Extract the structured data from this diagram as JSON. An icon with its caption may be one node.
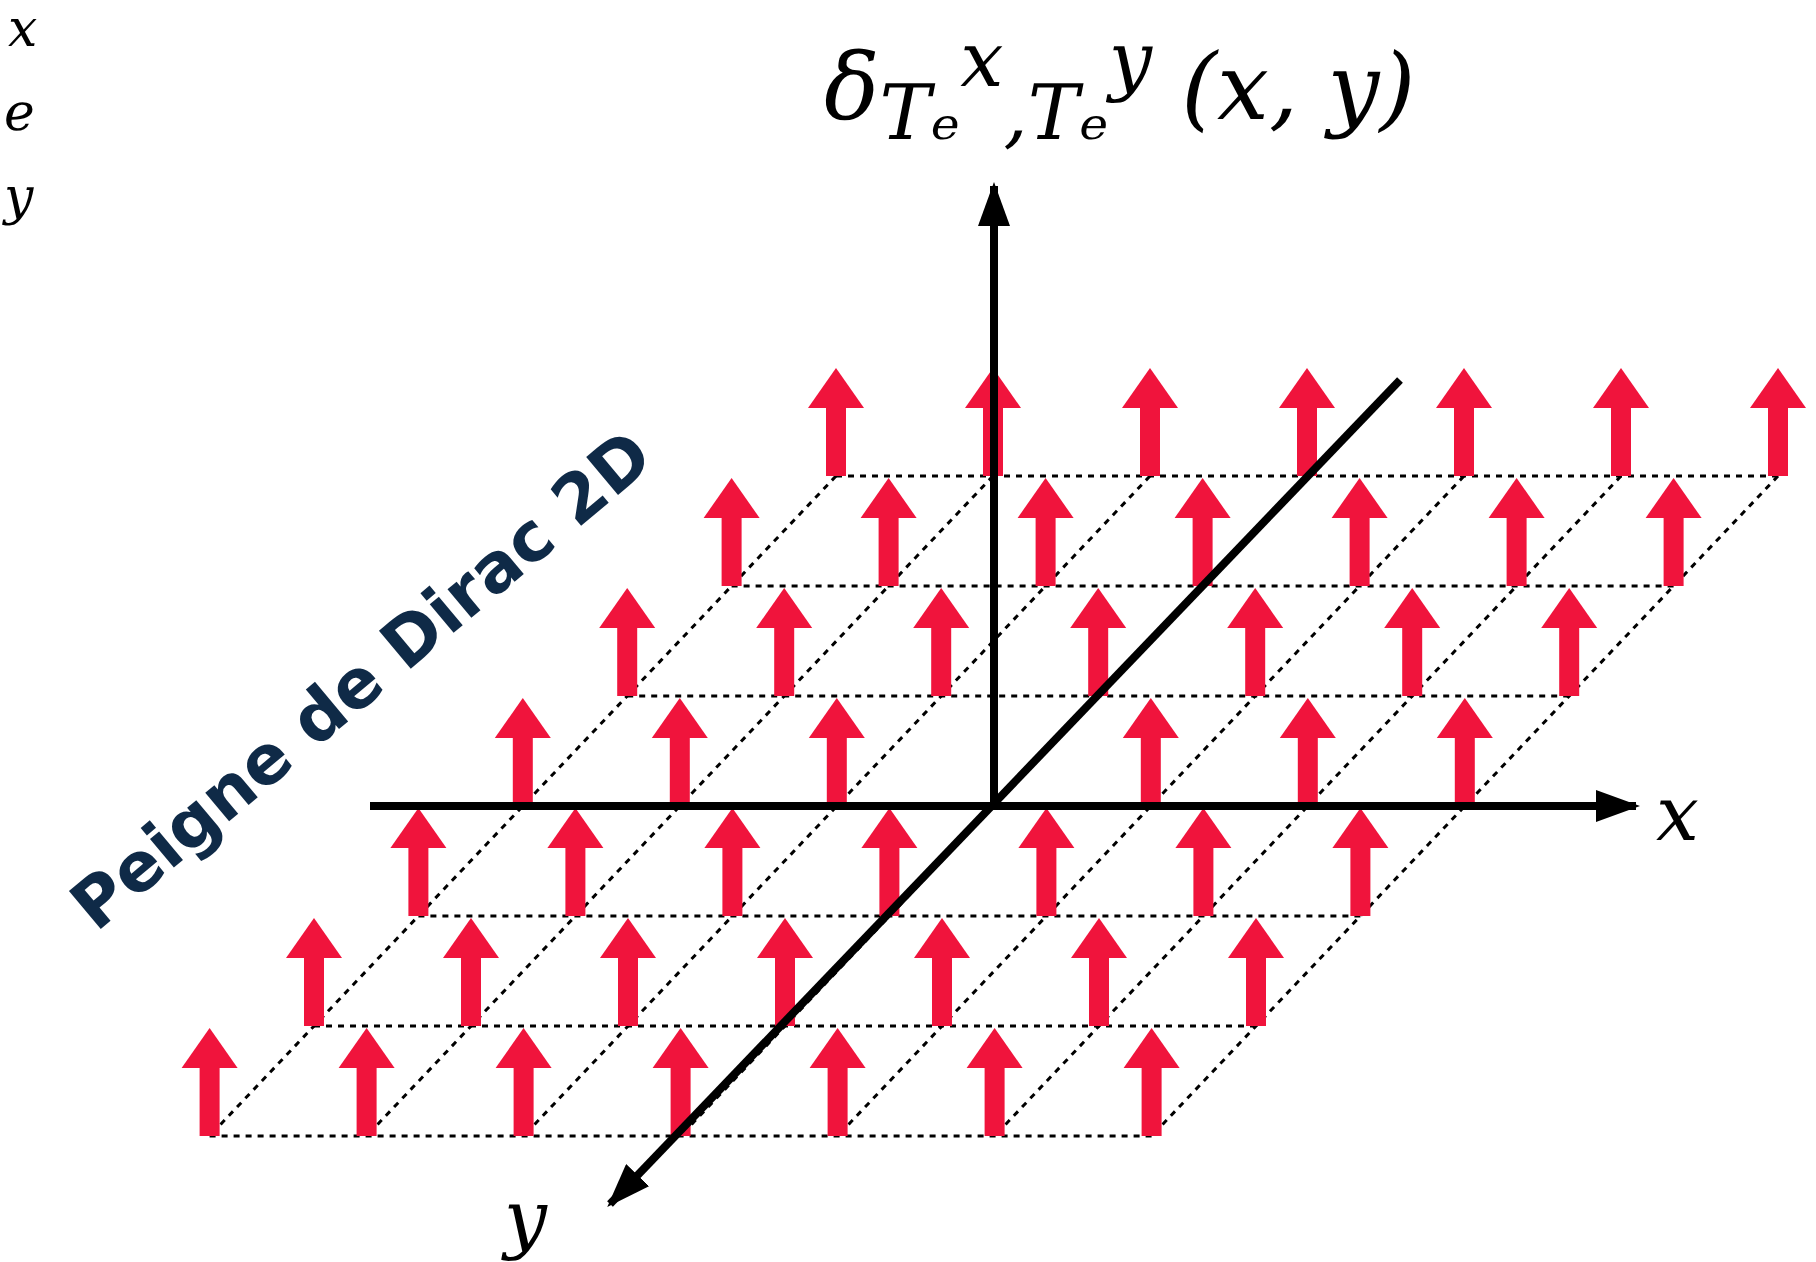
{
  "diagram": {
    "labels": [
      "x",
      "e",
      "y",
      "δ$_{Tₑ}$$^{x}$$_{,Tₑ}$$^{y}$ (x, y)",
      "Peigne de Dirac 2D",
      "x",
      "y"
    ]
  }
}
